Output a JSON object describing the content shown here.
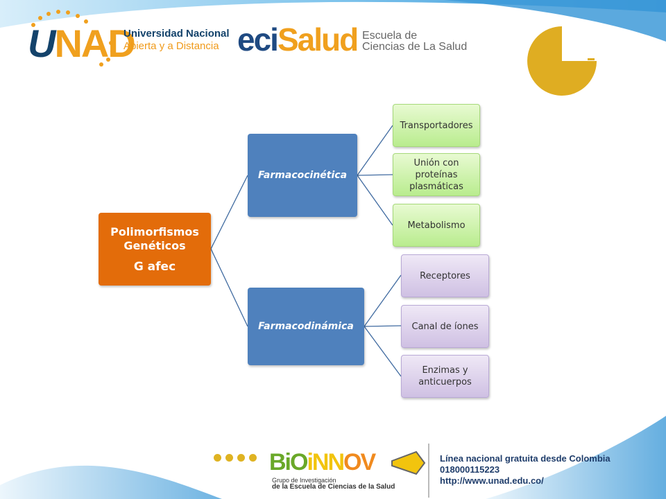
{
  "header": {
    "unad": {
      "logo_u": "U",
      "logo_nad": "NAD",
      "line1": "Universidad Nacional",
      "line2": "Abierta y a Distancia"
    },
    "ecisalud": {
      "logo_a": "eci",
      "logo_b": "Salud",
      "line1": "Escuela de",
      "line2": "Ciencias de La Salud"
    }
  },
  "diagram": {
    "root": {
      "title": "Polimorfismos Genéticos",
      "subtitle": "G afec"
    },
    "branches": [
      {
        "label": "Farmacocinética",
        "children": [
          "Transportadores",
          "Unión con proteínas plasmáticas",
          "Metabolismo"
        ]
      },
      {
        "label": "Farmacodinámica",
        "children": [
          "Receptores",
          "Canal de íones",
          "Enzimas y anticuerpos"
        ]
      }
    ]
  },
  "footer": {
    "bio_logo": {
      "p1": "BiO",
      "p2": "iNN",
      "p3": "OV"
    },
    "bio_sub1": "Grupo de Investigación",
    "bio_sub2": "de la Escuela de Ciencias de la Salud",
    "info_line1": "Línea nacional gratuita desde Colombia 018000115223",
    "info_line2": "http://www.unad.edu.co/"
  },
  "colors": {
    "root": "#e36c0a",
    "branch": "#4f81bd",
    "leaf_green": "#b9ec8e",
    "leaf_purple": "#cfc0e3",
    "accent_blue": "#4aa3df",
    "accent_gold": "#dfad22"
  }
}
